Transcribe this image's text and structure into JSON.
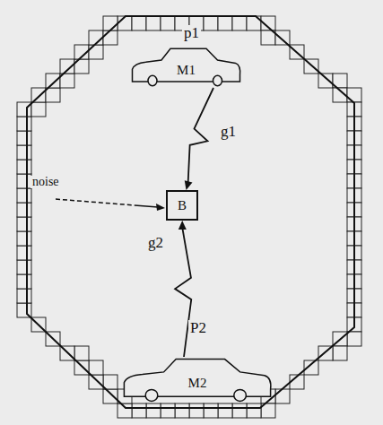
{
  "diagram": {
    "nodes": [
      {
        "text": [
          "M1"
        ]
      },
      {
        "text": [
          "B"
        ]
      },
      {
        "text": [
          "M2"
        ]
      }
    ],
    "edges": [
      {
        "from": 0,
        "to": 1,
        "arrow": "to",
        "label": "g1"
      },
      {
        "from": 2,
        "to": 1,
        "arrow": "to",
        "label": "g2"
      }
    ],
    "labels": [
      "p1",
      "P2",
      "noise"
    ]
  }
}
